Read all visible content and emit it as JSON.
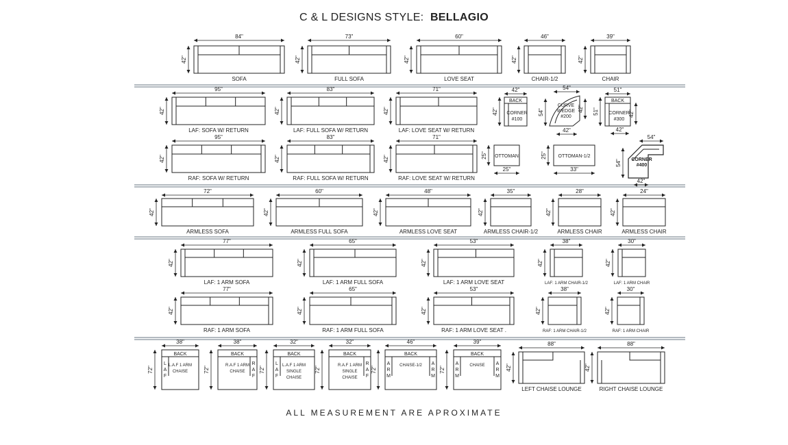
{
  "header": {
    "prefix": "C & L DESIGNS STYLE:",
    "style_name": "BELLAGIO"
  },
  "footer": {
    "note": "ALL MEASUREMENT ARE APROXIMATE"
  },
  "rows": [
    [
      {
        "type": "sofa",
        "label": "SOFA",
        "width": "84\"",
        "depth": "42\"",
        "cushions": 2
      },
      {
        "type": "sofa",
        "label": "FULL SOFA",
        "width": "73\"",
        "depth": "42\"",
        "cushions": 2
      },
      {
        "type": "sofa",
        "label": "LOVE SEAT",
        "width": "60\"",
        "depth": "42\"",
        "cushions": 2
      },
      {
        "type": "sofa",
        "label": "CHAIR-1/2",
        "width": "46\"",
        "depth": "42\"",
        "cushions": 1
      },
      {
        "type": "sofa",
        "label": "CHAIR",
        "width": "39\"",
        "depth": "42\"",
        "cushions": 1
      }
    ],
    [
      {
        "type": "laf",
        "label": "LAF: SOFA W/ RETURN",
        "width": "95\"",
        "depth": "42\"",
        "cushions": 3
      },
      {
        "type": "laf",
        "label": "LAF: FULL SOFA W/ RETURN",
        "width": "83\"",
        "depth": "42\"",
        "cushions": 3
      },
      {
        "type": "laf",
        "label": "LAF: LOVE SEAT W/ RETURN",
        "width": "71\"",
        "depth": "42\"",
        "cushions": 2
      },
      {
        "type": "corner",
        "back": "BACK",
        "name": "CORNER",
        "code": "#100",
        "width": "42\"",
        "depth": "42\""
      },
      {
        "type": "wedge",
        "name": "CURVE WEDGE",
        "code": "#200",
        "top": "54\"",
        "left": "54\"",
        "right": "42\"",
        "bottom": "42\""
      },
      {
        "type": "corner",
        "back": "BACK",
        "name": "CORNER",
        "code": "#300",
        "width": "51\"",
        "depth": "51\"",
        "right_depth": "42\"",
        "bottom_width": "42\""
      }
    ],
    [
      {
        "type": "raf",
        "label": "RAF: SOFA W/ RETURN",
        "width": "95\"",
        "depth": "42\"",
        "cushions": 3
      },
      {
        "type": "raf",
        "label": "RAF: FULL SOFA W/ RETURN",
        "width": "83\"",
        "depth": "42\"",
        "cushions": 3
      },
      {
        "type": "raf",
        "label": "RAF: LOVE SEAT W/ RETURN",
        "width": "71\"",
        "depth": "42\"",
        "cushions": 2
      },
      {
        "type": "ottoman",
        "name": "OTTOMAN",
        "width": "25\"",
        "depth": "25\""
      },
      {
        "type": "ottoman",
        "name": "OTTOMAN-1/2",
        "width": "33\"",
        "depth": "25\""
      },
      {
        "type": "corner400",
        "name": "CORNER",
        "code": "#400",
        "width": "54\"",
        "depth": "54\"",
        "bottom_width": "42\""
      }
    ],
    [
      {
        "type": "armless",
        "label": "ARMLESS SOFA",
        "width": "72\"",
        "depth": "42\"",
        "cushions": 3
      },
      {
        "type": "armless",
        "label": "ARMLESS FULL SOFA",
        "width": "60\"",
        "depth": "42\"",
        "cushions": 2
      },
      {
        "type": "armless",
        "label": "ARMLESS LOVE SEAT",
        "width": "48\"",
        "depth": "42\"",
        "cushions": 2
      },
      {
        "type": "armless",
        "label": "ARMLESS CHAIR-1/2",
        "width": "35\"",
        "depth": "42\"",
        "cushions": 1
      },
      {
        "type": "armless",
        "label": "ARMLESS CHAIR",
        "width": "28\"",
        "depth": "42\"",
        "cushions": 1
      },
      {
        "type": "armless",
        "label": "ARMLESS CHAIR",
        "width": "24\"",
        "depth": "42\"",
        "cushions": 1
      }
    ],
    [
      {
        "type": "laf1",
        "label": "LAF: 1 ARM SOFA",
        "width": "77\"",
        "depth": "42\"",
        "cushions": 3
      },
      {
        "type": "laf1",
        "label": "LAF: 1 ARM FULL SOFA",
        "width": "65\"",
        "depth": "42\"",
        "cushions": 2
      },
      {
        "type": "laf1",
        "label": "LAF: 1 ARM LOVE SEAT",
        "width": "53\"",
        "depth": "42\"",
        "cushions": 2
      },
      {
        "type": "laf1",
        "label": "LAF: 1 ARM CHAIR-1/2",
        "width": "38\"",
        "depth": "42\"",
        "cushions": 1
      },
      {
        "type": "laf1",
        "label": "LAF: 1 ARM CHAIR",
        "width": "30\"",
        "depth": "42\"",
        "cushions": 1
      }
    ],
    [
      {
        "type": "raf1",
        "label": "RAF: 1 ARM SOFA",
        "width": "77\"",
        "depth": "42\"",
        "cushions": 3
      },
      {
        "type": "raf1",
        "label": "RAF: 1 ARM FULL SOFA",
        "width": "65\"",
        "depth": "42\"",
        "cushions": 2
      },
      {
        "type": "raf1",
        "label": "RAF: 1 ARM LOVE SEAT .",
        "width": "53\"",
        "depth": "42\"",
        "cushions": 2
      },
      {
        "type": "raf1",
        "label": "RAF: 1 ARM CHAIR-1/2",
        "width": "38\"",
        "depth": "42\"",
        "cushions": 1
      },
      {
        "type": "raf1",
        "label": "RAF: 1 ARM CHAIR",
        "width": "30\"",
        "depth": "42\"",
        "cushions": 1
      }
    ],
    [
      {
        "type": "chaise",
        "back": "BACK",
        "lines": [
          "L.A.F 1 ARM",
          "CHAISE"
        ],
        "arm": "L",
        "side_label": "LAF",
        "width": "38\"",
        "depth": "72\""
      },
      {
        "type": "chaise",
        "back": "BACK",
        "lines": [
          "R.A.F 1 ARM",
          "CHAISE"
        ],
        "arm": "R",
        "side_label": "RAF",
        "width": "38\"",
        "depth": "72\""
      },
      {
        "type": "chaise",
        "back": "BACK",
        "lines": [
          "L.A.F 1 ARM",
          "SINGLE",
          "CHAISE"
        ],
        "arm": "L",
        "side_label": "LAF",
        "width": "32\"",
        "depth": "72\""
      },
      {
        "type": "chaise",
        "back": "BACK",
        "lines": [
          "R.A.F 1 ARM",
          "SINGLE",
          "CHAISE"
        ],
        "arm": "R",
        "side_label": "RAF",
        "width": "32\"",
        "depth": "72\""
      },
      {
        "type": "chaise",
        "back": "BACK",
        "lines": [
          "CHAISE-1/2"
        ],
        "arm": "B",
        "side_label": "ARM",
        "width": "46\"",
        "depth": "72\""
      },
      {
        "type": "chaise",
        "back": "BACK",
        "lines": [
          "CHAISE"
        ],
        "arm": "B",
        "side_label": "ARM",
        "width": "39\"",
        "depth": "72\""
      },
      {
        "type": "lounge",
        "label": "LEFT CHAISE LOUNGE",
        "side": "L",
        "width": "88\"",
        "depth": "42\""
      },
      {
        "type": "lounge",
        "label": "RIGHT CHAISE LOUNGE",
        "side": "R",
        "width": "88\"",
        "depth": "42\""
      }
    ]
  ],
  "colors": {
    "line": "#222222",
    "divider": "#9aa3ab"
  }
}
